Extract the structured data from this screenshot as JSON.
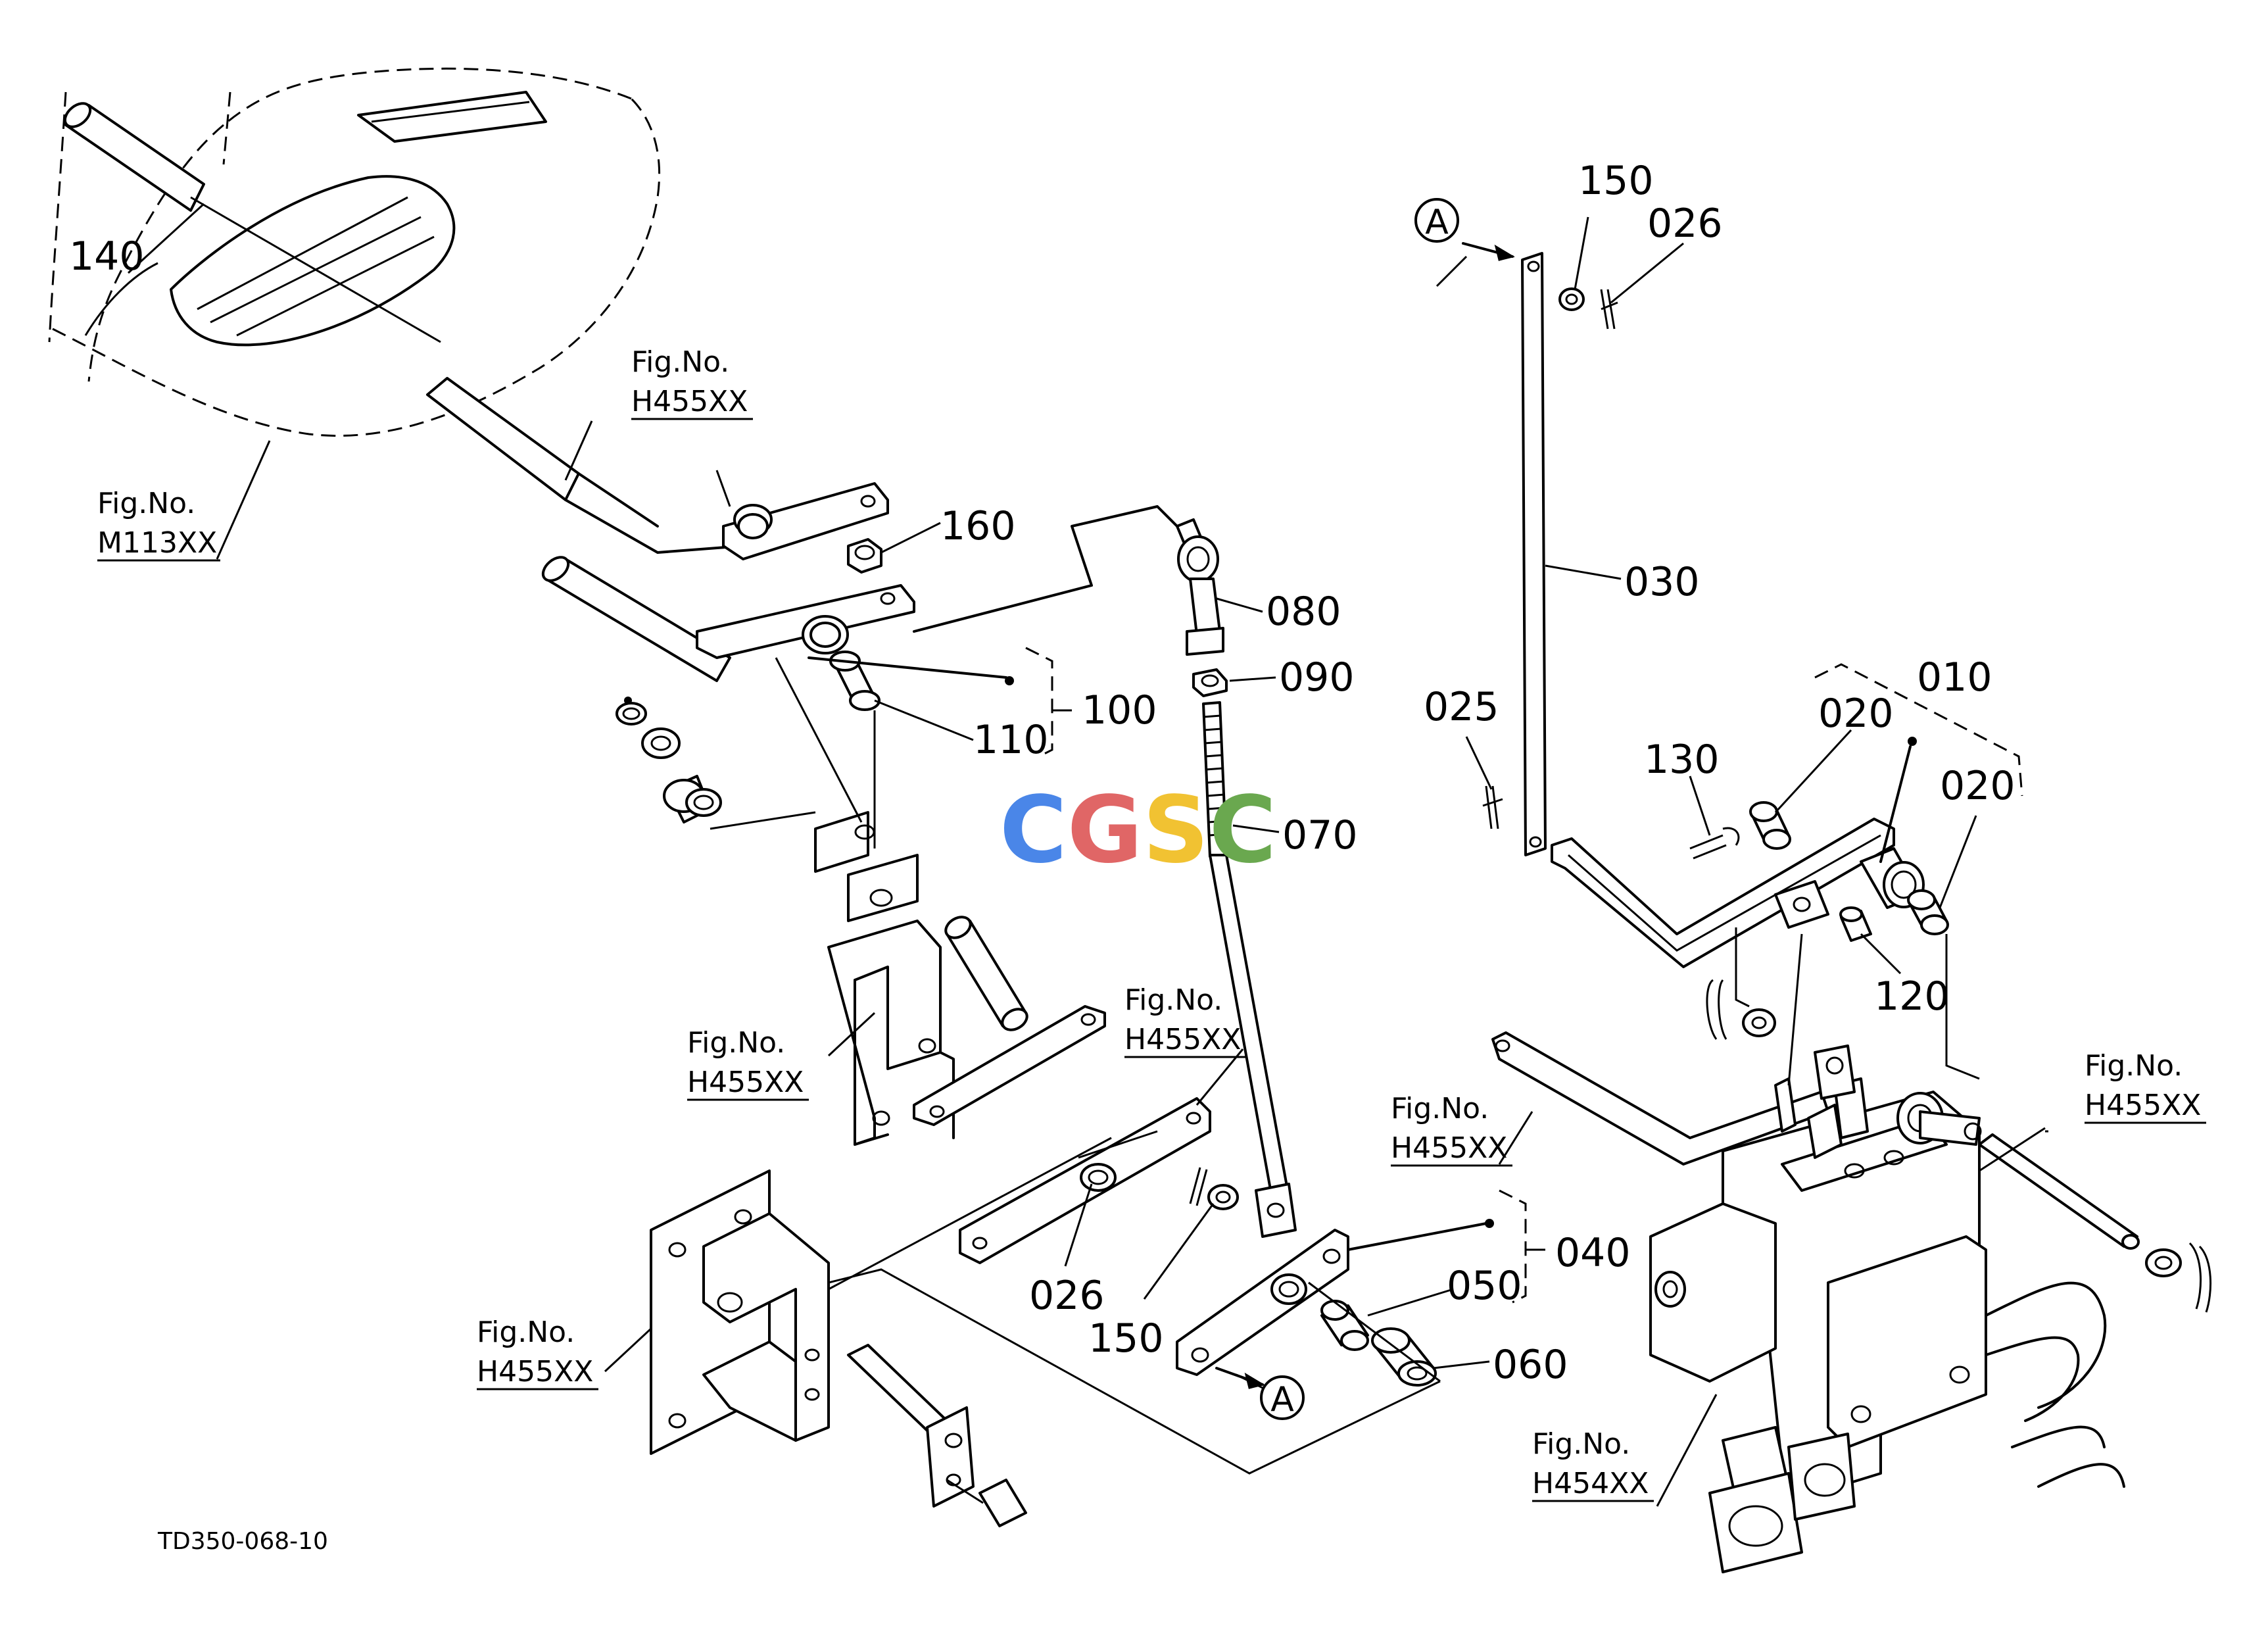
{
  "diagram_code": "TD350-068-10",
  "watermark": "CGSC",
  "ref_marker": "A",
  "fig_refs": {
    "prefix": "Fig.No.",
    "m113": "M113XX",
    "h455a": "H455XX",
    "h455b": "H455XX",
    "h455c": "H455XX",
    "h455d": "H455XX",
    "h455e": "H455XX",
    "h455f": "H455XX",
    "h454": "H454XX"
  },
  "part_labels": {
    "p140": "140",
    "p160": "160",
    "p080": "080",
    "p090": "090",
    "p100": "100",
    "p110": "110",
    "p070": "070",
    "p150_top": "150",
    "p026_top": "026",
    "p030": "030",
    "p025": "025",
    "p010": "010",
    "p020_left": "020",
    "p020_right": "020",
    "p130": "130",
    "p120": "120",
    "p026_bottom": "026",
    "p150_bottom": "150",
    "p040": "040",
    "p050": "050",
    "p060": "060"
  },
  "colors": {
    "line": "#000000",
    "background": "#ffffff",
    "watermark_blue": "#4a86e8",
    "watermark_red": "#e06666",
    "watermark_yellow": "#f1c232",
    "watermark_green": "#6aa84f"
  }
}
